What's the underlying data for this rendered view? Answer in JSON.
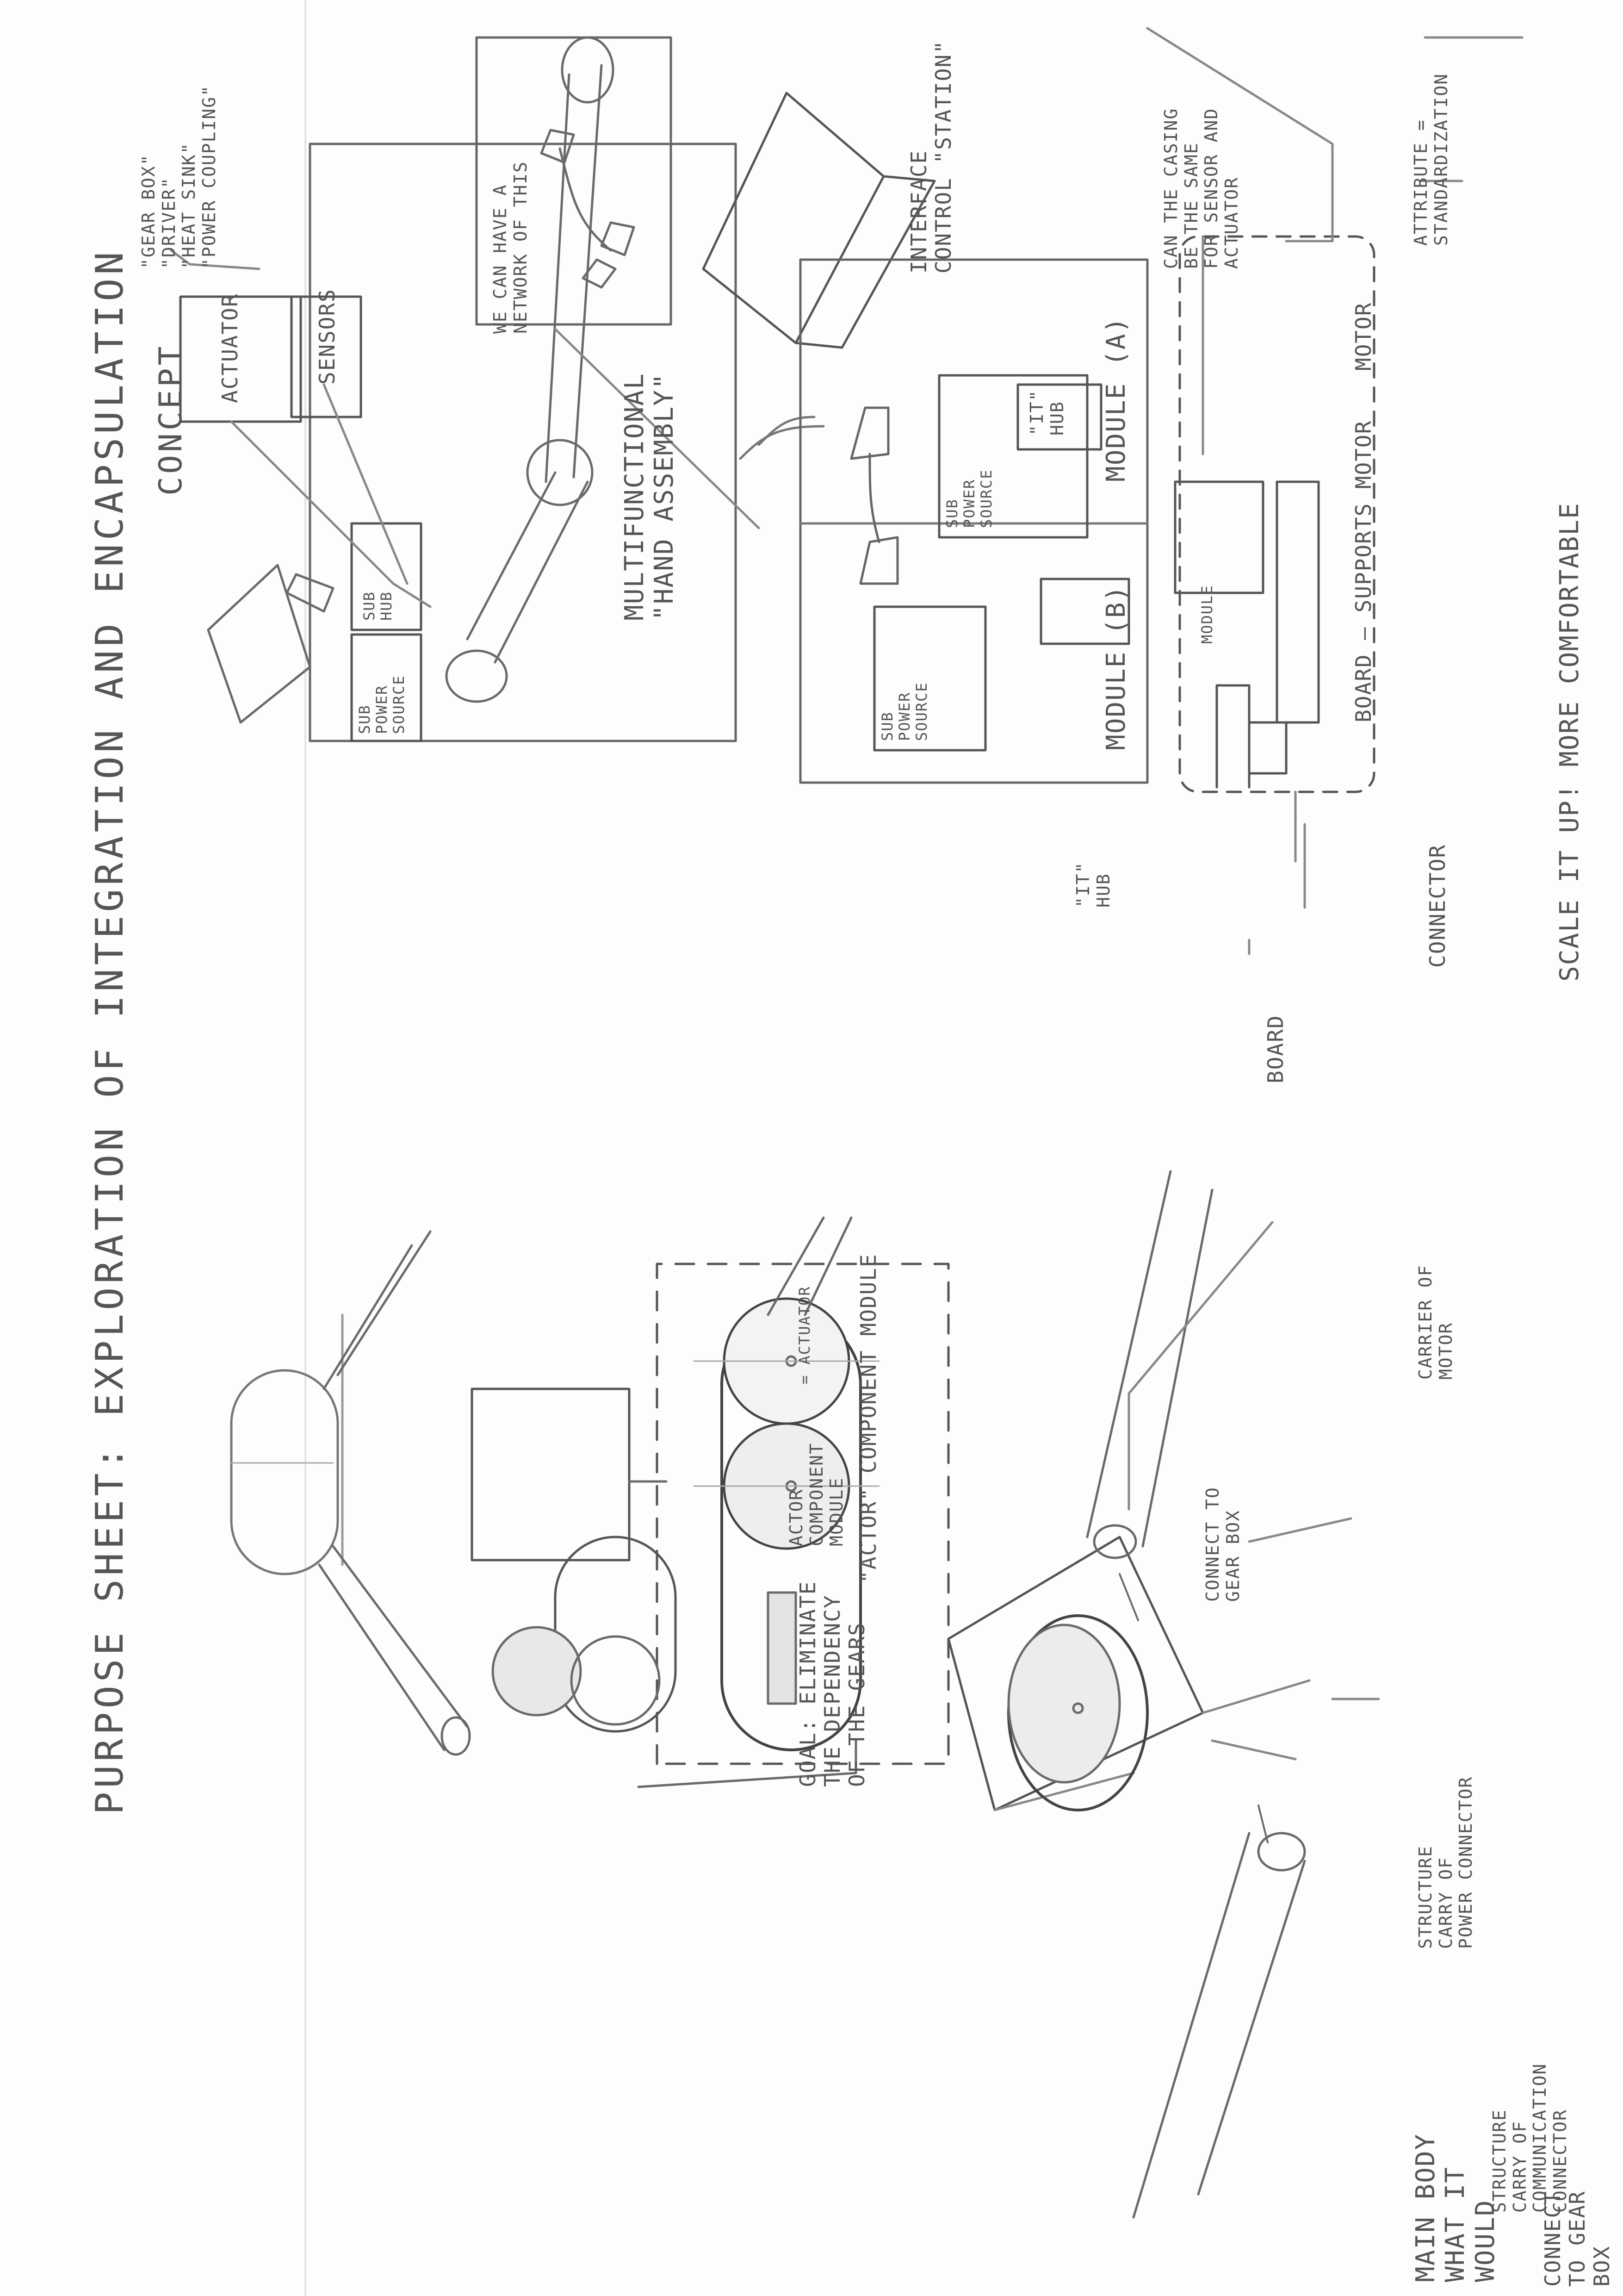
{
  "title": {
    "line1": "PURPOSE SHEET: EXPLORATION OF INTEGRATION AND ENCAPSULATION",
    "line2": "CONCEPT"
  },
  "left_section": {
    "goal": "GOAL: ELIMINATE\nTHE DEPENDENCY\nOF THE GEARS",
    "actor_box": "ACTOR\nCOMPONENT\nMODULE",
    "actor_suffix": "= ACTUATOR",
    "actor_component_label": "\"ACTOR\" COMPONENT MODULE",
    "main_body": "MAIN BODY\nWHAT IT\nWOULD",
    "connect_gear_box_left": "CONNECT\nTO GEAR\nBOX",
    "connect_gear_box_right": "CONNECT TO\nGEAR BOX",
    "carrier_motor": "CARRIER OF\nMOTOR",
    "structure_power": "STRUCTURE\nCARRY OF\nPOWER CONNECTOR",
    "structure_comm": "STRUCTURE\nCARRY OF\nCOMMUNICATION\nCONNECTOR"
  },
  "right_section": {
    "actuator": "ACTUATOR",
    "sensors": "SENSORS",
    "gear_box": "\"GEAR BOX\"\n\"DRIVER\"\n\"HEAT SINK\"\n\"POWER COUPLING\"",
    "network_note": "WE CAN HAVE A\nNETWORK OF THIS",
    "interface_station": "INTERFACE\nCONTROL \"STATION\"",
    "multifunctional": "MULTIFUNCTIONAL\n\"HAND ASSEMBLY\"",
    "sub_power_source": "SUB\nPOWER\nSOURCE",
    "sub_hub": "SUB\nHUB",
    "module_a": "MODULE (A)",
    "module_b": "MODULE (B)",
    "it_hub": "\"IT\"\nHUB",
    "casing_note": "CAN THE CASING\nBE THE SAME\nFOR SENSOR AND\nACTUATOR",
    "attributes": "ATTRIBUTE =\nSTANDARDIZATION",
    "motor": "MOTOR",
    "board_support": "BOARD — SUPPORTS MOTOR",
    "module_inner": "MODULE",
    "connector": "CONNECTOR",
    "board": "BOARD",
    "scale_note": "SCALE IT UP! MORE COMFORTABLE"
  }
}
